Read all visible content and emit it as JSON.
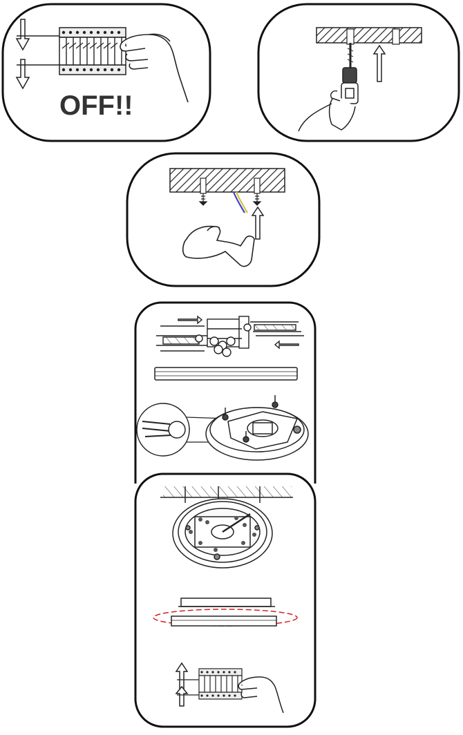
{
  "step1": {
    "warning_text": "OFF!!",
    "icon": "circuit-breaker-switch-off"
  },
  "step2": {
    "icon": "drill-ceiling"
  },
  "step3": {
    "icon": "hammer-wall-plugs"
  },
  "step4": {
    "icon": "connect-wires-terminal"
  },
  "step5": {
    "icon": "mount-lamp-and-cover"
  },
  "step6": {
    "icon": "circuit-breaker-switch-on"
  },
  "colors": {
    "line": "#1a1a1a",
    "wire_blue": "#3b44c8",
    "wire_yellow": "#d8c23a",
    "cover_guide": "#d42020"
  }
}
